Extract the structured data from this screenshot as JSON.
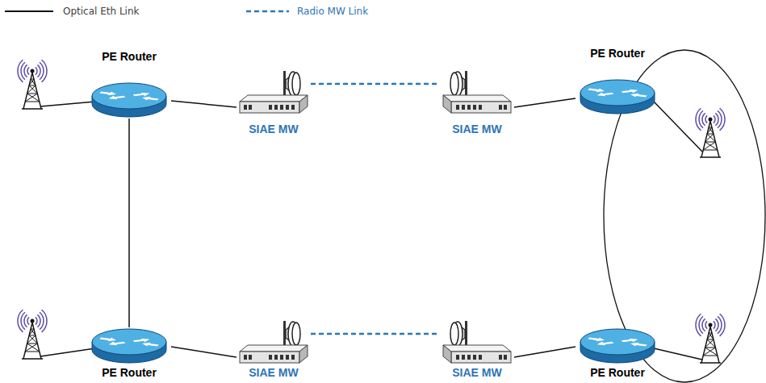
{
  "diagram": {
    "nodes": [
      {
        "text": [
          "PE Router"
        ]
      },
      {
        "text": [
          "SIAE MW"
        ]
      },
      {
        "text": [
          "SIAE MW"
        ]
      },
      {
        "text": [
          "PE Router"
        ]
      },
      {
        "text": [
          "PE Router"
        ]
      },
      {
        "text": [
          "SIAE MW"
        ]
      },
      {
        "text": [
          "SIAE MW"
        ]
      },
      {
        "text": [
          "PE Router"
        ]
      }
    ],
    "edges": [
      {
        "from": 0,
        "to": 1,
        "arrow": "none"
      },
      {
        "from": 1,
        "to": 2,
        "arrow": "none"
      },
      {
        "from": 2,
        "to": 3,
        "arrow": "none"
      },
      {
        "from": 0,
        "to": 4,
        "arrow": "none"
      },
      {
        "from": 4,
        "to": 5,
        "arrow": "none"
      },
      {
        "from": 5,
        "to": 6,
        "arrow": "none"
      },
      {
        "from": 6,
        "to": 7,
        "arrow": "none"
      }
    ],
    "legend": [
      {
        "text": "Optical Eth Link"
      },
      {
        "text": "Radio MW Link"
      }
    ]
  }
}
